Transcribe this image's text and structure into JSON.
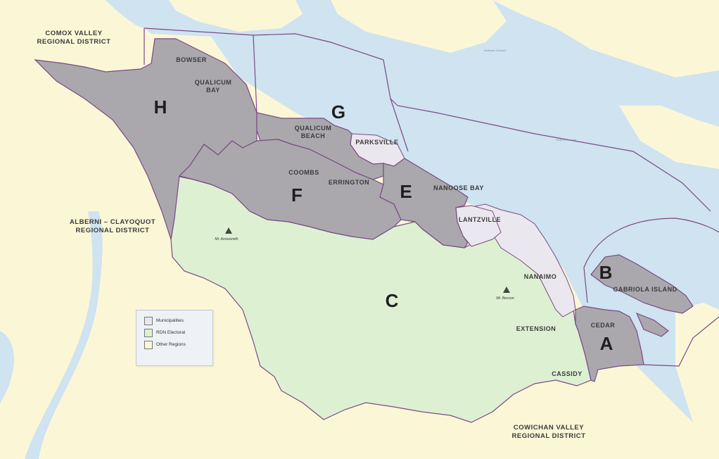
{
  "colors": {
    "water": "#cfe3f1",
    "other_regions": "#fbf7d6",
    "municipalities": "#ebe7ee",
    "electoral_c": "#def0d2",
    "electoral_grey": "#aaa8ad",
    "boundary": "#7a4a86"
  },
  "regions": {
    "comox_1": "COMOX VALLEY",
    "comox_2": "REGIONAL DISTRICT",
    "alberni_1": "ALBERNI – CLAYOQUOT",
    "alberni_2": "REGIONAL DISTRICT",
    "cowichan_1": "COWICHAN VALLEY",
    "cowichan_2": "REGIONAL DISTRICT"
  },
  "areas": [
    "H",
    "G",
    "F",
    "E",
    "C",
    "B",
    "A"
  ],
  "places": {
    "bowser": "BOWSER",
    "qualicum_bay_1": "QUALICUM",
    "qualicum_bay_2": "BAY",
    "qualicum_beach_1": "QUALICUM",
    "qualicum_beach_2": "BEACH",
    "parksville": "PARKSVILLE",
    "coombs": "COOMBS",
    "errington": "ERRINGTON",
    "nanoose_bay": "NANOOSE BAY",
    "lantzville": "LANTZVILLE",
    "nanaimo": "NANAIMO",
    "gabriola_island": "GABRIOLA ISLAND",
    "cedar": "CEDAR",
    "extension": "EXTENSION",
    "cassidy": "CASSIDY"
  },
  "peaks": {
    "arrowsmith": "Mt. Arrowsmith",
    "benson": "Mt. Benson"
  },
  "water_labels": {
    "ballenas": "Ballenas Channel",
    "georgia": "Strait of Georgia"
  },
  "legend": [
    {
      "label": "Municipalities",
      "color": "#ebe7ee"
    },
    {
      "label": "RDN Electoral",
      "color": "#def0d2"
    },
    {
      "label": "Other Regions",
      "color": "#fbf7d6"
    }
  ]
}
